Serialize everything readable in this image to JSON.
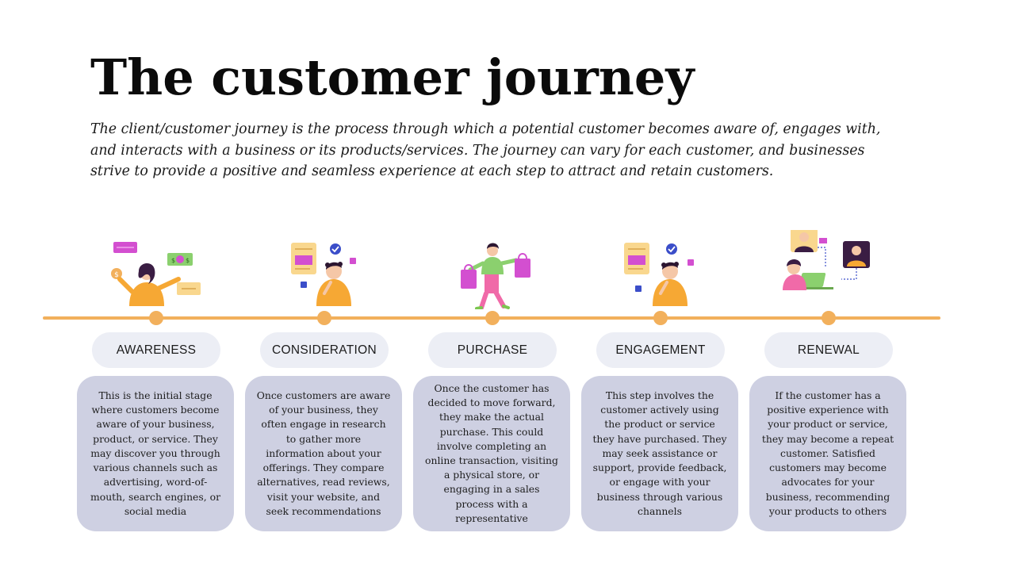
{
  "title": "The customer journey",
  "subtitle": "The client/customer journey is the process through which a potential customer becomes aware of, engages with, and interacts with a business or its products/services. The journey can vary for each customer, and businesses strive to provide a positive and seamless experience at each step to attract and retain customers.",
  "accent_color": "#f2b05c",
  "stages": [
    {
      "label": "AWARENESS",
      "icon": "person-with-money-icon",
      "text": "This is the initial stage where customers become aware of your business, product, or service. They may discover you through various channels such as advertising, word-of-mouth, search engines, or social media"
    },
    {
      "label": "CONSIDERATION",
      "icon": "person-thinking-document-icon",
      "text": "Once customers are aware of your business, they often engage in research to gather more information about your offerings. They compare alternatives, read reviews, visit your website, and seek recommendations"
    },
    {
      "label": "PURCHASE",
      "icon": "shopper-with-bags-icon",
      "text": "Once the customer has decided to move forward, they make the actual purchase. This could involve completing an online transaction, visiting a physical store, or engaging in a sales process with a representative"
    },
    {
      "label": "ENGAGEMENT",
      "icon": "person-thinking-document-icon",
      "text": "This step involves the customer actively using the product or service they have purchased. They may seek assistance or support, provide feedback, or engage with your business through various channels"
    },
    {
      "label": "RENEWAL",
      "icon": "video-call-laptop-icon",
      "text": "If the customer has a positive experience with your product or service, they may become a repeat customer. Satisfied customers may become advocates for your business, recommending your products to others"
    }
  ]
}
